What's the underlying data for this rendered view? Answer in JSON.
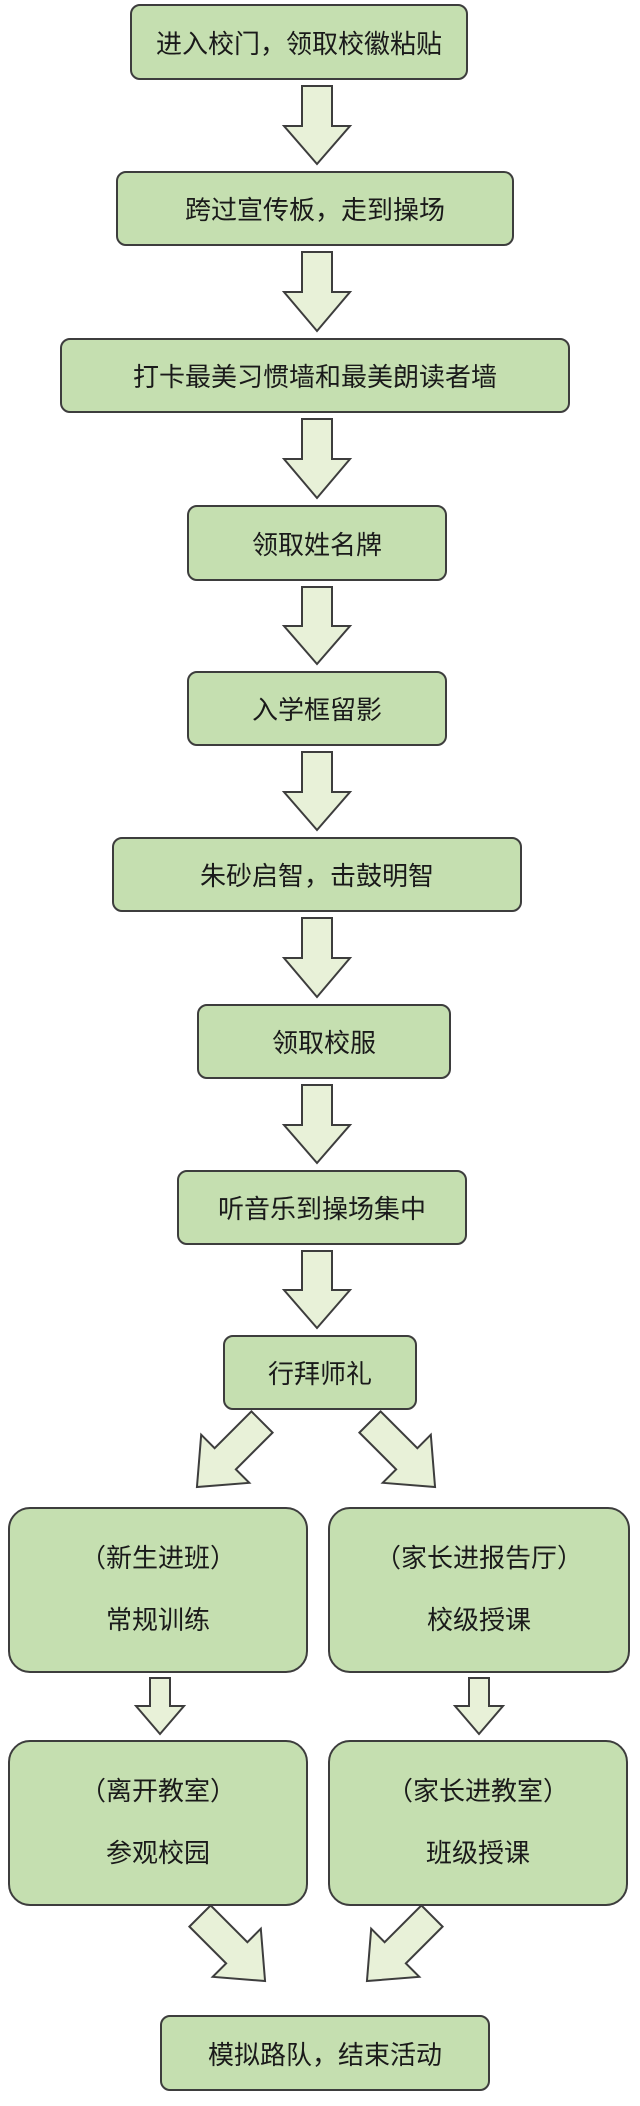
{
  "steps": [
    "进入校门，领取校徽粘贴",
    "跨过宣传板，走到操场",
    "打卡最美习惯墙和最美朗读者墙",
    "领取姓名牌",
    "入学框留影",
    "朱砂启智，击鼓明智",
    "领取校服",
    "听音乐到操场集中",
    "行拜师礼"
  ],
  "left_branch": {
    "first": {
      "line1": "（新生进班）",
      "line2": "常规训练"
    },
    "second": {
      "line1": "（离开教室）",
      "line2": "参观校园"
    }
  },
  "right_branch": {
    "first": {
      "line1": "（家长进报告厅）",
      "line2": "校级授课"
    },
    "second": {
      "line1": "（家长进教室）",
      "line2": "班级授课"
    }
  },
  "final": "模拟路队，结束活动",
  "colors": {
    "box_fill": "#c5dfb0",
    "arrow_fill": "#e8f1d8",
    "border": "#3d3d3d"
  }
}
